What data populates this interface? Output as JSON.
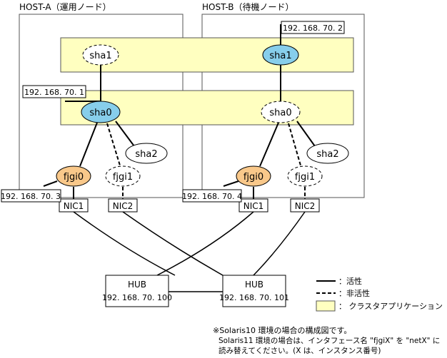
{
  "hosts": {
    "a_title": "HOST-A（運用ノード）",
    "b_title": "HOST-B（待機ノード）"
  },
  "interfaces": {
    "sha1": "sha1",
    "sha0": "sha0",
    "sha2": "sha2",
    "fjgi0": "fjgi0",
    "fjgi1": "fjgi1"
  },
  "nics": {
    "nic1": "NIC1",
    "nic2": "NIC2"
  },
  "ips": {
    "b_sha1": "192. 168. 70. 2",
    "a_sha0": "192. 168. 70. 1",
    "a_fjgi0": "192. 168. 70. 3",
    "b_fjgi0": "192. 168. 70. 4"
  },
  "hubs": [
    {
      "label": "HUB",
      "ip": "192. 168. 70. 100"
    },
    {
      "label": "HUB",
      "ip": "192. 168. 70. 101"
    }
  ],
  "legend": {
    "active": "：活性",
    "inactive": "：非活性",
    "app": "： クラスタアプリケーション"
  },
  "notes": {
    "line1": "※Solaris10 環境の場合の構成図です。",
    "line2": "Solaris11 環境の場合は、インタフェース名 \"fjgiX\" を \"netX\" に",
    "line3": "読み替えてください。(X は、インスタンス番号)"
  },
  "colors": {
    "app_fill": "#ffffc0",
    "active_fill": "#87ceeb",
    "fjgi0_fill": "#f9c88a"
  }
}
